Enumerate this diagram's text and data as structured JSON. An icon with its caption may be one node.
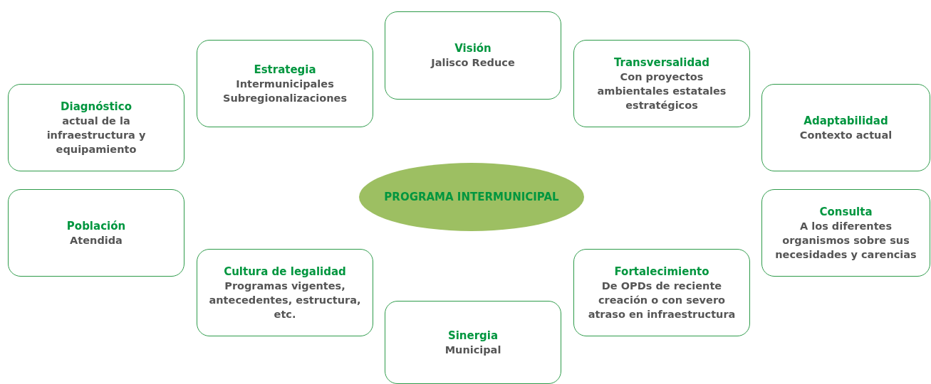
{
  "diagram": {
    "nodes": [
      {
        "text": [
          "Visión",
          "Jalisco Reduce"
        ]
      },
      {
        "text": [
          "Estrategia",
          "Intermunicipales Subregionalizaciones"
        ]
      },
      {
        "text": [
          "Transversalidad",
          "Con proyectos ambientales estatales estratégicos"
        ]
      },
      {
        "text": [
          "Diagnóstico",
          "actual de la infraestructura y equipamiento"
        ]
      },
      {
        "text": [
          "Adaptabilidad",
          "Contexto actual"
        ]
      },
      {
        "text": [
          "PROGRAMA INTERMUNICIPAL"
        ]
      },
      {
        "text": [
          "Población",
          "Atendida"
        ]
      },
      {
        "text": [
          "Consulta",
          "A los diferentes organismos sobre sus necesidades y carencias"
        ]
      },
      {
        "text": [
          "Cultura de legalidad",
          "Programas vigentes, antecedentes, estructura, etc."
        ]
      },
      {
        "text": [
          "Fortalecimiento",
          "De OPDs de reciente creación o con severo atraso en infraestructura"
        ]
      },
      {
        "text": [
          "Sinergia",
          "Municipal"
        ]
      }
    ]
  }
}
